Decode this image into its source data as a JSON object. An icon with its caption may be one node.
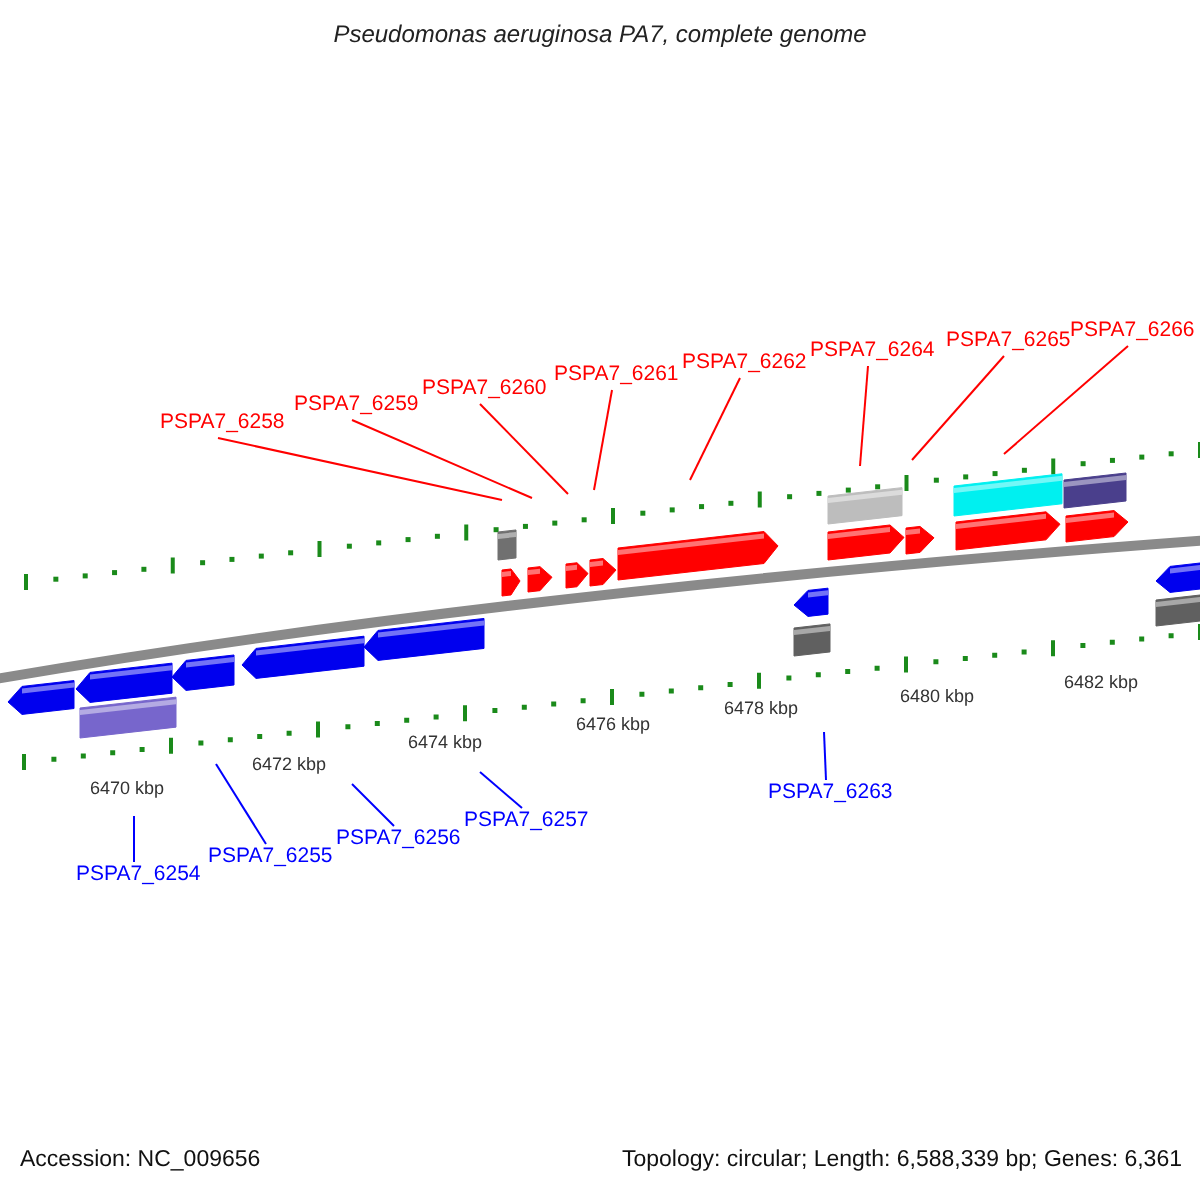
{
  "diagram": {
    "title": "Pseudomonas aeruginosa PA7, complete genome",
    "nodes": [
      {
        "text": [
          "PSPA7_6258"
        ]
      },
      {
        "text": [
          "PSPA7_6259"
        ]
      },
      {
        "text": [
          "PSPA7_6260"
        ]
      },
      {
        "text": [
          "PSPA7_6261"
        ]
      },
      {
        "text": [
          "PSPA7_6262"
        ]
      },
      {
        "text": [
          "PSPA7_6264"
        ]
      },
      {
        "text": [
          "PSPA7_6265"
        ]
      },
      {
        "text": [
          "PSPA7_6266"
        ]
      },
      {
        "text": [
          "PSPA7_6254"
        ]
      },
      {
        "text": [
          "PSPA7_6255"
        ]
      },
      {
        "text": [
          "PSPA7_6256"
        ]
      },
      {
        "text": [
          "PSPA7_6257"
        ]
      },
      {
        "text": [
          "PSPA7_6263"
        ]
      }
    ],
    "edges": [
      {
        "from": 0,
        "to": null,
        "arrow": "none"
      },
      {
        "from": 1,
        "to": null,
        "arrow": "none"
      },
      {
        "from": 2,
        "to": null,
        "arrow": "none"
      },
      {
        "from": 3,
        "to": null,
        "arrow": "none"
      },
      {
        "from": 4,
        "to": null,
        "arrow": "none"
      },
      {
        "from": 5,
        "to": null,
        "arrow": "none"
      },
      {
        "from": 6,
        "to": null,
        "arrow": "none"
      },
      {
        "from": 7,
        "to": null,
        "arrow": "none"
      },
      {
        "from": 8,
        "to": null,
        "arrow": "none",
        "color": "#0000ff"
      },
      {
        "from": 9,
        "to": null,
        "arrow": "none",
        "color": "#0000ff"
      },
      {
        "from": 10,
        "to": null,
        "arrow": "none",
        "color": "#0000ff"
      },
      {
        "from": 11,
        "to": null,
        "arrow": "none",
        "color": "#0000ff"
      },
      {
        "from": 12,
        "to": null,
        "arrow": "none",
        "color": "#0000ff"
      }
    ],
    "labels": [
      "6470 kbp",
      "6472 kbp",
      "6474 kbp",
      "6476 kbp",
      "6478 kbp",
      "6480 kbp",
      "6482 kbp",
      "Accession: NC_009656",
      "Topology: circular; Length: 6,588,339 bp; Genes: 6,361"
    ]
  }
}
